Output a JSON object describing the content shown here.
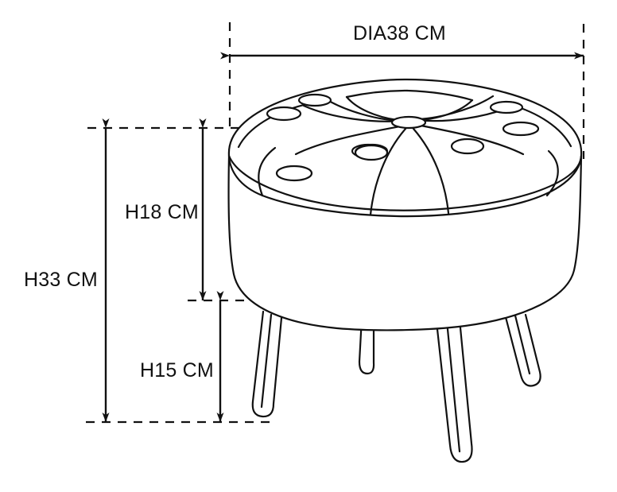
{
  "drawing": {
    "title": "Round tufted ottoman dimension drawing",
    "subject": "round-tufted-ottoman-with-hairpin-legs",
    "background_color": "#ffffff",
    "line_color": "#111111",
    "units": "CM"
  },
  "dimensions": {
    "diameter": {
      "label": "DIA38 CM",
      "value": 38,
      "unit": "CM",
      "orientation": "horizontal",
      "measures": "overall diameter of ottoman top"
    },
    "total_height": {
      "label": "H33 CM",
      "value": 33,
      "unit": "CM",
      "orientation": "vertical",
      "measures": "overall height from floor to top of ottoman"
    },
    "body_height": {
      "label": "H18 CM",
      "value": 18,
      "unit": "CM",
      "orientation": "vertical",
      "measures": "height of upholstered body"
    },
    "leg_height": {
      "label": "H15 CM",
      "value": 15,
      "unit": "CM",
      "orientation": "vertical",
      "measures": "height of hairpin legs"
    }
  },
  "features": {
    "top": "tufted round cushion with eight radial seams",
    "center_button": "center tuft button",
    "tuft_buttons_count": 8,
    "legs_count": 4,
    "leg_style": "hairpin"
  }
}
